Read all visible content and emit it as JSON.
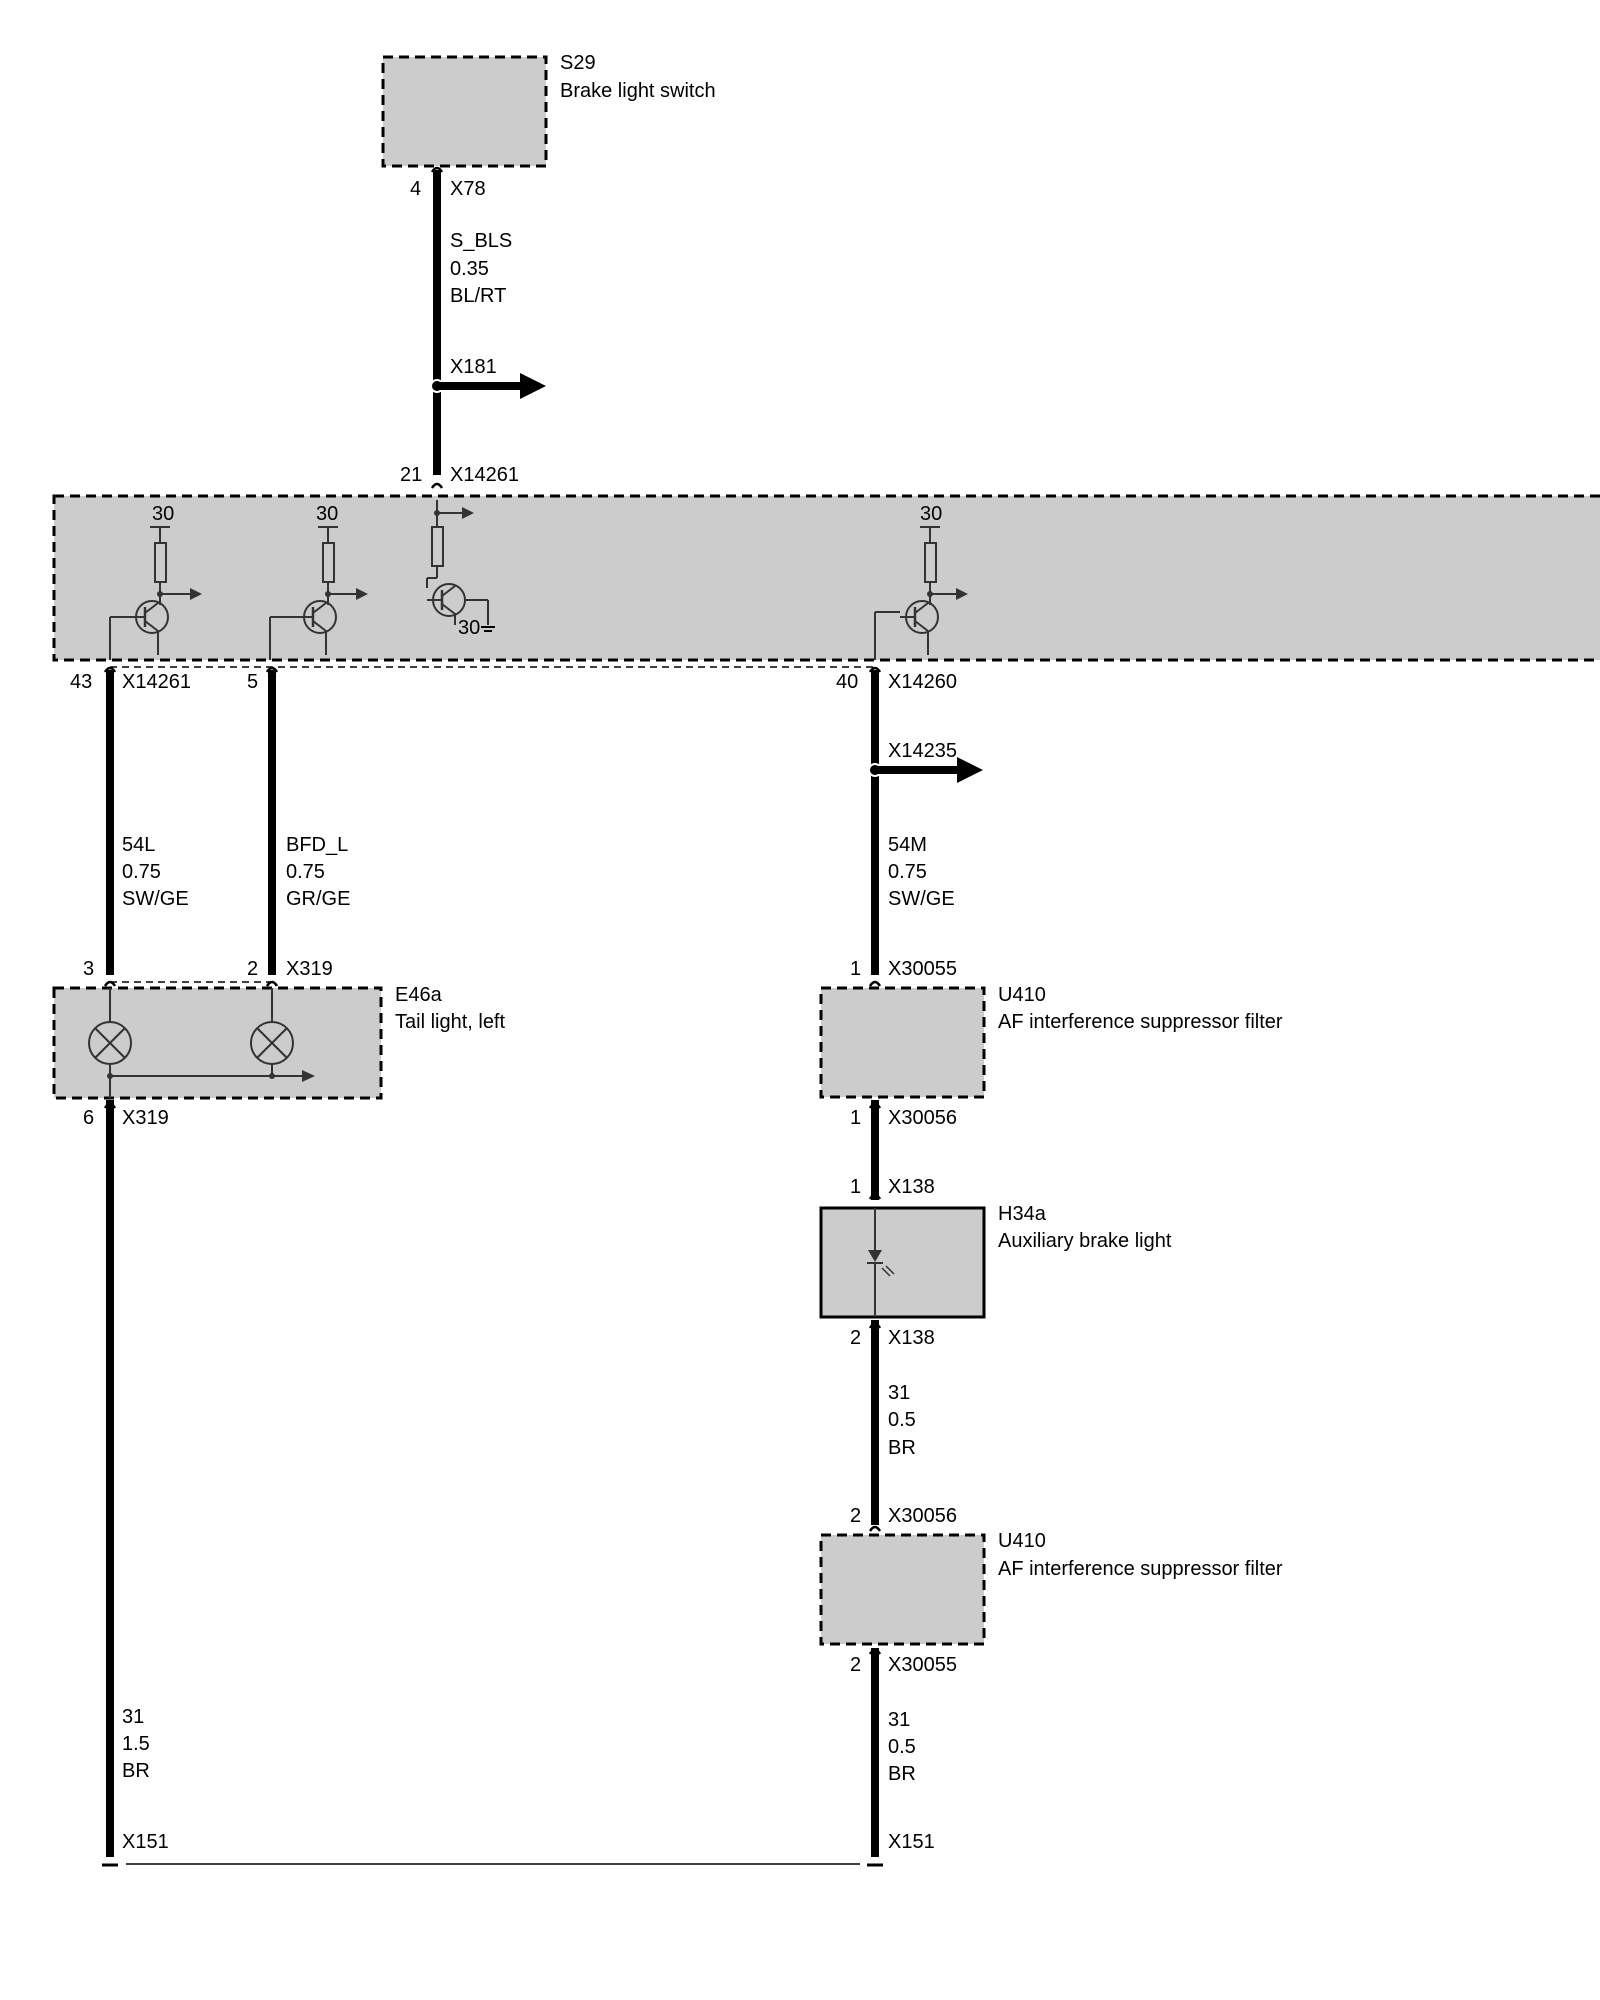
{
  "components": {
    "s29": {
      "id": "S29",
      "name": "Brake light switch"
    },
    "e46a": {
      "id": "E46a",
      "name": "Tail light, left"
    },
    "u410_top": {
      "id": "U410",
      "name": "AF interference suppressor filter"
    },
    "h34a": {
      "id": "H34a",
      "name": "Auxiliary brake light"
    },
    "u410_bottom": {
      "id": "U410",
      "name": "AF interference suppressor filter"
    },
    "module": {
      "supply_label": "30"
    }
  },
  "connectors": {
    "s29_out": {
      "pin": "4",
      "name": "X78"
    },
    "x181": {
      "name": "X181"
    },
    "module_in": {
      "pin": "21",
      "name": "X14261"
    },
    "module_out_54l": {
      "pin": "43",
      "name": "X14261"
    },
    "module_out_bfd": {
      "pin": "5"
    },
    "module_out_54m": {
      "pin": "40",
      "name": "X14260"
    },
    "x14235": {
      "name": "X14235"
    },
    "e46a_in_54l": {
      "pin": "3"
    },
    "e46a_in_bfd": {
      "pin": "2",
      "name": "X319"
    },
    "e46a_out": {
      "pin": "6",
      "name": "X319"
    },
    "u410a_in": {
      "pin": "1",
      "name": "X30055"
    },
    "u410a_out": {
      "pin": "1",
      "name": "X30056"
    },
    "h34a_in": {
      "pin": "1",
      "name": "X138"
    },
    "h34a_out": {
      "pin": "2",
      "name": "X138"
    },
    "u410b_in": {
      "pin": "2",
      "name": "X30056"
    },
    "u410b_out": {
      "pin": "2",
      "name": "X30055"
    },
    "gnd_left": {
      "name": "X151"
    },
    "gnd_right": {
      "name": "X151"
    }
  },
  "wires": {
    "s_bls": {
      "signal": "S_BLS",
      "size": "0.35",
      "color": "BL/RT"
    },
    "w54l": {
      "signal": "54L",
      "size": "0.75",
      "color": "SW/GE"
    },
    "bfd_l": {
      "signal": "BFD_L",
      "size": "0.75",
      "color": "GR/GE"
    },
    "w54m": {
      "signal": "54M",
      "size": "0.75",
      "color": "SW/GE"
    },
    "w31_left": {
      "signal": "31",
      "size": "1.5",
      "color": "BR"
    },
    "w31_mid": {
      "signal": "31",
      "size": "0.5",
      "color": "BR"
    },
    "w31_right": {
      "signal": "31",
      "size": "0.5",
      "color": "BR"
    }
  }
}
